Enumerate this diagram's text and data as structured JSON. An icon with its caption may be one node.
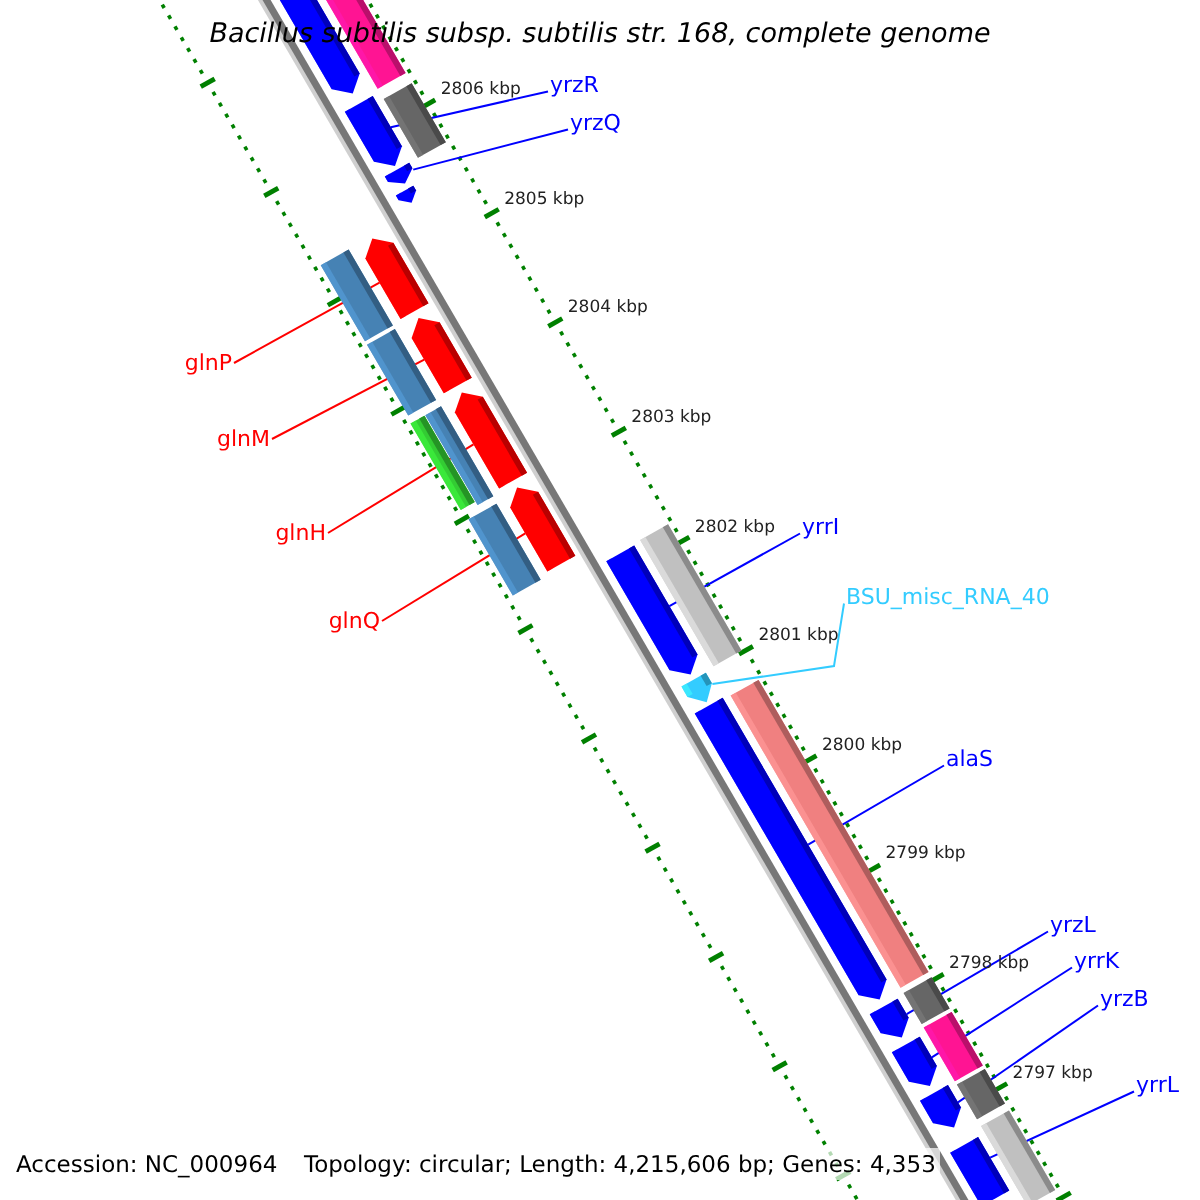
{
  "diagram": {
    "title": "Bacillus subtilis subsp. subtilis str. 168, complete genome",
    "nodes": [
      {
        "text": [
          "yrzR"
        ]
      },
      {
        "text": [
          "yrzQ"
        ]
      },
      {
        "text": [
          "glnP"
        ]
      },
      {
        "text": [
          "glnM"
        ]
      },
      {
        "text": [
          "glnH"
        ]
      },
      {
        "text": [
          "glnQ"
        ]
      },
      {
        "text": [
          "yrrI"
        ]
      },
      {
        "text": [
          "BSU_misc_RNA_40"
        ]
      },
      {
        "text": [
          "alaS"
        ]
      },
      {
        "text": [
          "yrzL"
        ]
      },
      {
        "text": [
          "yrrK"
        ]
      },
      {
        "text": [
          "yrzB"
        ]
      },
      {
        "text": [
          "yrrL"
        ]
      },
      {
        "text": [],
        "shape": "pentagon"
      },
      {
        "text": [],
        "shape": "bar"
      },
      {
        "text": [],
        "shape": "pentagon"
      },
      {
        "text": [],
        "shape": "bar"
      },
      {
        "text": [],
        "shape": "pentagon"
      },
      {
        "text": [],
        "shape": "pentagon"
      },
      {
        "text": [],
        "shape": "bar"
      },
      {
        "text": [],
        "shape": "pentagon"
      },
      {
        "text": [],
        "shape": "bar"
      },
      {
        "text": [],
        "shape": "pentagon"
      },
      {
        "text": [],
        "shape": "pentagon"
      },
      {
        "text": [],
        "shape": "bar"
      },
      {
        "text": [],
        "shape": "bar"
      },
      {
        "text": [],
        "shape": "pentagon"
      },
      {
        "text": [],
        "shape": "bar"
      },
      {
        "text": [],
        "shape": "pentagon"
      },
      {
        "text": [],
        "shape": "bar"
      },
      {
        "text": [],
        "shape": "pentagon"
      },
      {
        "text": [],
        "shape": "pentagon"
      },
      {
        "text": [],
        "shape": "bar"
      },
      {
        "text": [],
        "shape": "pentagon"
      },
      {
        "text": [],
        "shape": "bar"
      },
      {
        "text": [],
        "shape": "pentagon"
      },
      {
        "text": [],
        "shape": "bar"
      },
      {
        "text": [],
        "shape": "pentagon"
      },
      {
        "text": [],
        "shape": "bar"
      },
      {
        "text": [],
        "shape": "pentagon"
      },
      {
        "text": [],
        "shape": "bar"
      }
    ],
    "edges": [
      {
        "from": 0,
        "to": 15,
        "arrow": "none"
      },
      {
        "from": 1,
        "to": 17,
        "arrow": "none"
      },
      {
        "from": 2,
        "to": 20,
        "arrow": "none",
        "color": "#ff0000"
      },
      {
        "from": 3,
        "to": 22,
        "arrow": "none",
        "color": "#ff0000"
      },
      {
        "from": 4,
        "to": 23,
        "arrow": "none",
        "color": "#ff0000"
      },
      {
        "from": 5,
        "to": 26,
        "arrow": "none",
        "color": "#ff0000"
      },
      {
        "from": 6,
        "to": 28,
        "arrow": "none"
      },
      {
        "from": 7,
        "to": 30,
        "arrow": "none",
        "color": "#33ccff"
      },
      {
        "from": 8,
        "to": 31,
        "arrow": "none"
      },
      {
        "from": 9,
        "to": 33,
        "arrow": "none"
      },
      {
        "from": 10,
        "to": 35,
        "arrow": "none"
      },
      {
        "from": 11,
        "to": 37,
        "arrow": "none"
      },
      {
        "from": 12,
        "to": 39,
        "arrow": "none"
      }
    ],
    "labels": [
      "2806 kbp",
      "2805 kbp",
      "2804 kbp",
      "2803 kbp",
      "2802 kbp",
      "2801 kbp",
      "2800 kbp",
      "2799 kbp",
      "2798 kbp",
      "2797 kbp",
      "Accession: NC_000964",
      "Topology: circular; Length: 4,215,606 bp; Genes: 4,353"
    ]
  }
}
